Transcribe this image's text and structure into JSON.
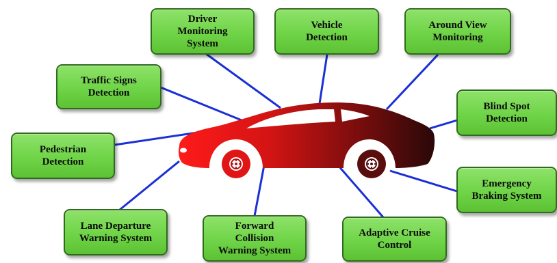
{
  "diagram": {
    "features": {
      "driver_monitoring": "Driver\nMonitoring\nSystem",
      "vehicle_detection": "Vehicle\nDetection",
      "around_view": "Around View\nMonitoring",
      "traffic_signs": "Traffic Signs\nDetection",
      "blind_spot": "Blind Spot\nDetection",
      "pedestrian": "Pedestrian\nDetection",
      "emergency_braking": "Emergency\nBraking System",
      "lane_departure": "Lane Departure\nWarning System",
      "forward_collision": "Forward\nCollision\nWarning System",
      "adaptive_cruise": "Adaptive Cruise\nControl"
    },
    "colors": {
      "connector": "#1a2fd6",
      "box_fill": "#6fd447",
      "box_border": "#2f6b1c",
      "car_front": "#ff1a1a",
      "car_rear": "#2a0808"
    }
  }
}
